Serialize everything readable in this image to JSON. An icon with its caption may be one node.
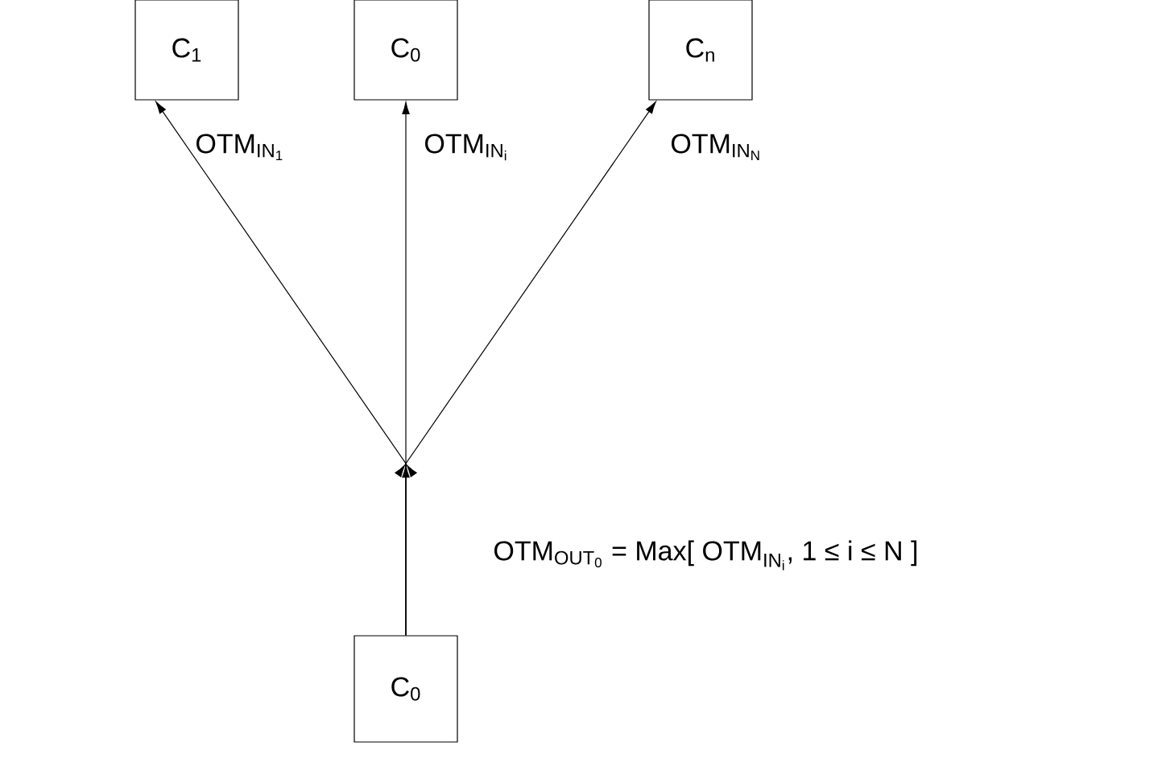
{
  "diagram": {
    "nodes": [
      {
        "text": [
          "C$_{1}$"
        ]
      },
      {
        "text": [
          "C$_{0}$"
        ]
      },
      {
        "text": [
          "C$_{n}$"
        ]
      },
      {
        "text": [
          "C$_{0}$"
        ]
      }
    ],
    "edges": [
      {
        "from": 3,
        "to": 0,
        "arrow": "to",
        "label": "\\text{OTM}_{\\text{IN}_{\\text{1}}}"
      },
      {
        "from": 3,
        "to": 1,
        "arrow": "to",
        "label": "\\text{OTM}_{\\text{IN}_{\\text{i}}}"
      },
      {
        "from": 3,
        "to": 2,
        "arrow": "to",
        "label": "\\text{OTM}_{\\text{IN}_{\\text{N}}}"
      }
    ],
    "labels": [
      "\\text{OTM}_{\\text{OUT}_{\\text{0}}}\\text{ = Max[ OTM}_{\\text{IN}_{\\text{i}}}\\text{, 1 ≤ i ≤ N ]}"
    ]
  }
}
